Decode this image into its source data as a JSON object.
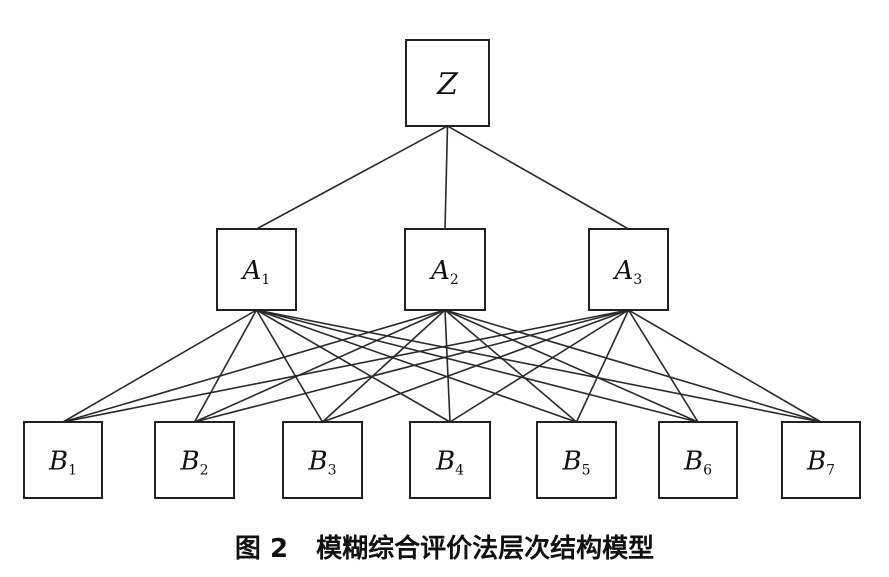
{
  "diagram": {
    "root": {
      "id": "Z",
      "main": "Z",
      "sub": ""
    },
    "criteria": [
      {
        "id": "A1",
        "main": "A",
        "sub": "1"
      },
      {
        "id": "A2",
        "main": "A",
        "sub": "2"
      },
      {
        "id": "A3",
        "main": "A",
        "sub": "3"
      }
    ],
    "factors": [
      {
        "id": "B1",
        "main": "B",
        "sub": "1"
      },
      {
        "id": "B2",
        "main": "B",
        "sub": "2"
      },
      {
        "id": "B3",
        "main": "B",
        "sub": "3"
      },
      {
        "id": "B4",
        "main": "B",
        "sub": "4"
      },
      {
        "id": "B5",
        "main": "B",
        "sub": "5"
      },
      {
        "id": "B6",
        "main": "B",
        "sub": "6"
      },
      {
        "id": "B7",
        "main": "B",
        "sub": "7"
      }
    ]
  },
  "caption": {
    "figure_number": "图 2",
    "title": "模糊综合评价法层次结构模型"
  }
}
